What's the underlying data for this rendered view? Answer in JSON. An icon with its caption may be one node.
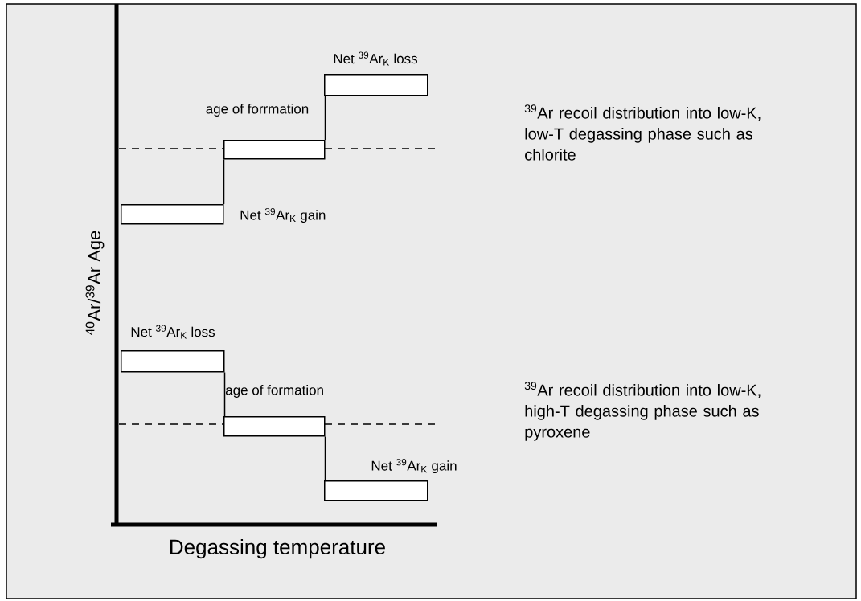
{
  "diagram": {
    "nodes": [
      {
        "text": [],
        "shape": "bar",
        "beside": [
          "Net $^{39}$Ar$_{K}$ gain"
        ]
      },
      {
        "text": [],
        "shape": "bar",
        "beside": [
          "age of forrmation"
        ]
      },
      {
        "text": [],
        "shape": "bar",
        "beside": [
          "Net $^{39}$Ar$_{K}$ loss"
        ]
      },
      {
        "text": [],
        "shape": "bar",
        "beside": [
          "Net $^{39}$Ar$_{K}$ loss"
        ]
      },
      {
        "text": [],
        "shape": "bar",
        "beside": [
          "age of formation"
        ]
      },
      {
        "text": [],
        "shape": "bar",
        "beside": [
          "Net $^{39}$Ar$_{K}$ gain"
        ]
      }
    ],
    "edges": [
      {
        "from": 0,
        "to": 1,
        "arrow": "none"
      },
      {
        "from": 1,
        "to": 2,
        "arrow": "none"
      },
      {
        "from": 3,
        "to": 4,
        "arrow": "none"
      },
      {
        "from": 4,
        "to": 5,
        "arrow": "none"
      }
    ],
    "labels": [
      "$^{39}$Ar recoil distribution into low-K, low-T degassing phase such as chlorite",
      "$^{40}$Ar/$^{39}$Ar Age",
      "$^{39}$Ar recoil distribution into low-K, high-T degassing phase such as pyroxene",
      "Degassing temperature"
    ]
  }
}
